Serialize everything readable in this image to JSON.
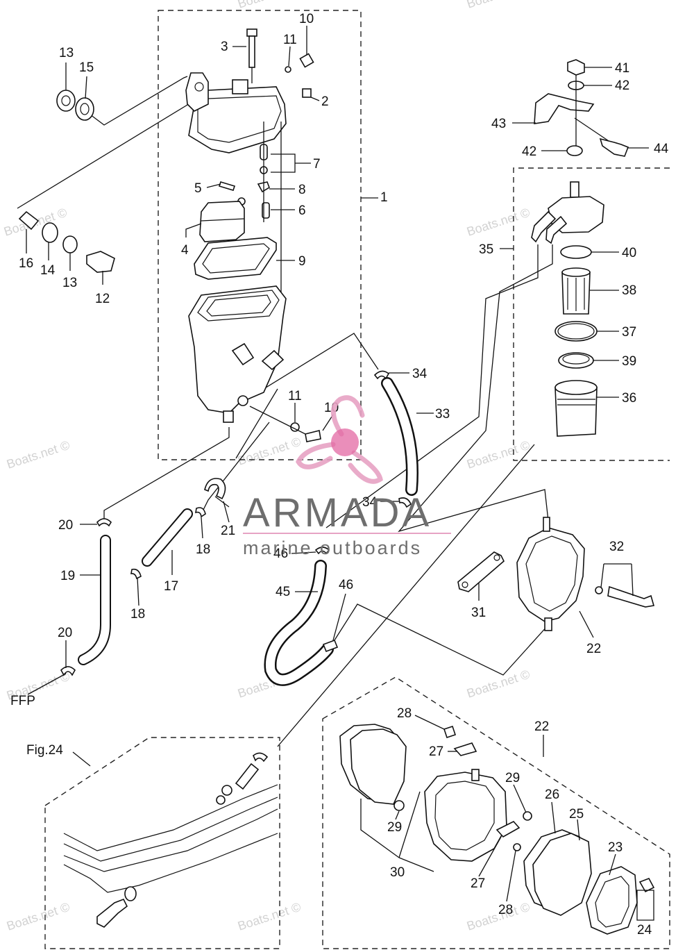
{
  "watermark": {
    "text": "Boats.net ©"
  },
  "brand": {
    "name": "ARMADA",
    "tagline": "marine outboards",
    "color_pink": "#e7a3c4",
    "color_gray": "#6e6e6e",
    "color_magenta": "#e0589a"
  },
  "labels": {
    "p1": "1",
    "p2": "2",
    "p3": "3",
    "p4": "4",
    "p5": "5",
    "p6": "6",
    "p7": "7",
    "p8": "8",
    "p9": "9",
    "p10a": "10",
    "p10b": "10",
    "p11a": "11",
    "p11b": "11",
    "p12": "12",
    "p13a": "13",
    "p13b": "13",
    "p14": "14",
    "p15": "15",
    "p16": "16",
    "p17": "17",
    "p18a": "18",
    "p18b": "18",
    "p19": "19",
    "p20a": "20",
    "p20b": "20",
    "p21": "21",
    "p22a": "22",
    "p22b": "22",
    "p23": "23",
    "p24": "24",
    "p25": "25",
    "p26": "26",
    "p27a": "27",
    "p27b": "27",
    "p28a": "28",
    "p28b": "28",
    "p29a": "29",
    "p29b": "29",
    "p30": "30",
    "p31": "31",
    "p32": "32",
    "p33": "33",
    "p34a": "34",
    "p34b": "34",
    "p35": "35",
    "p36": "36",
    "p37": "37",
    "p38": "38",
    "p39": "39",
    "p40": "40",
    "p41": "41",
    "p42a": "42",
    "p42b": "42",
    "p43": "43",
    "p44": "44",
    "p45": "45",
    "p46a": "46",
    "p46b": "46",
    "ffp": "FFP",
    "fig24": "Fig.24"
  }
}
